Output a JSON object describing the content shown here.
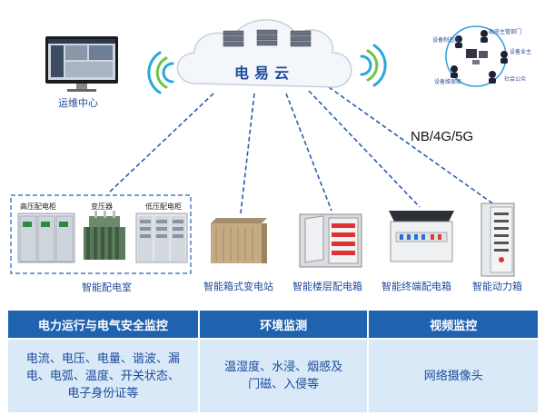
{
  "cloud": {
    "title": "电易云"
  },
  "ops_center": {
    "label": "运维中心"
  },
  "network": {
    "label": "NB/4G/5G"
  },
  "user_ring": {
    "labels": [
      "设备制造商",
      "政府主管部门",
      "设备业主",
      "社会公众",
      "设备维保商"
    ]
  },
  "substation_room": {
    "items": [
      "高压配电柜",
      "变压器",
      "低压配电柜"
    ],
    "label": "智能配电室"
  },
  "devices": [
    {
      "label": "智能箱式变电站"
    },
    {
      "label": "智能楼层配电箱"
    },
    {
      "label": "智能终端配电箱"
    },
    {
      "label": "智能动力箱"
    }
  ],
  "table": {
    "headers": [
      "电力运行与电气安全监控",
      "环境监测",
      "视频监控"
    ],
    "cells": [
      "电流、电压、电量、谐波、漏电、电弧、温度、开关状态、电子身份证等",
      "温湿度、水浸、烟感及门磁、入侵等",
      "网络摄像头"
    ]
  },
  "colors": {
    "accent": "#1e62b0",
    "cell_bg": "#d9e9f7",
    "link": "#2a5db0"
  }
}
